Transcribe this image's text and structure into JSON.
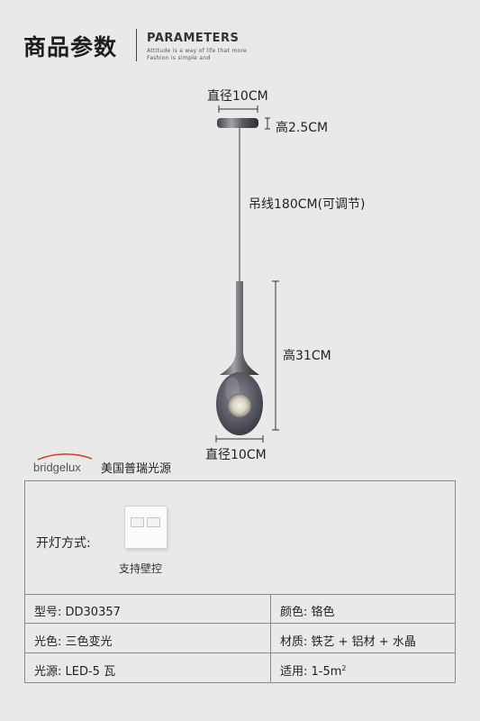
{
  "header": {
    "title_cn": "商品参数",
    "title_en": "PARAMETERS",
    "subtitle_line1": "Attitude is a way of life that more",
    "subtitle_line2": "Fashion is simple and"
  },
  "dimensions": {
    "canopy_diameter": "直径10CM",
    "canopy_height": "高2.5CM",
    "cable_length": "吊线180CM(可调节)",
    "lamp_height": "高31CM",
    "lamp_diameter": "直径10CM"
  },
  "brand": {
    "logo_text": "bridgelux",
    "text": "美国普瑞光源"
  },
  "switch": {
    "label": "开灯方式:",
    "caption": "支持壁控"
  },
  "specs": [
    {
      "left": "型号: DD30357",
      "right": "颜色: 铬色"
    },
    {
      "left": "光色: 三色变光",
      "right": "材质: 铁艺 + 铝材 + 水晶"
    },
    {
      "left": "光源: LED-5 瓦",
      "right": "适用: 1-5m",
      "right_sup": "2"
    }
  ],
  "colors": {
    "background": "#e9e9e9",
    "chrome": "#6b6b70",
    "brand_red": "#d23a2a"
  }
}
